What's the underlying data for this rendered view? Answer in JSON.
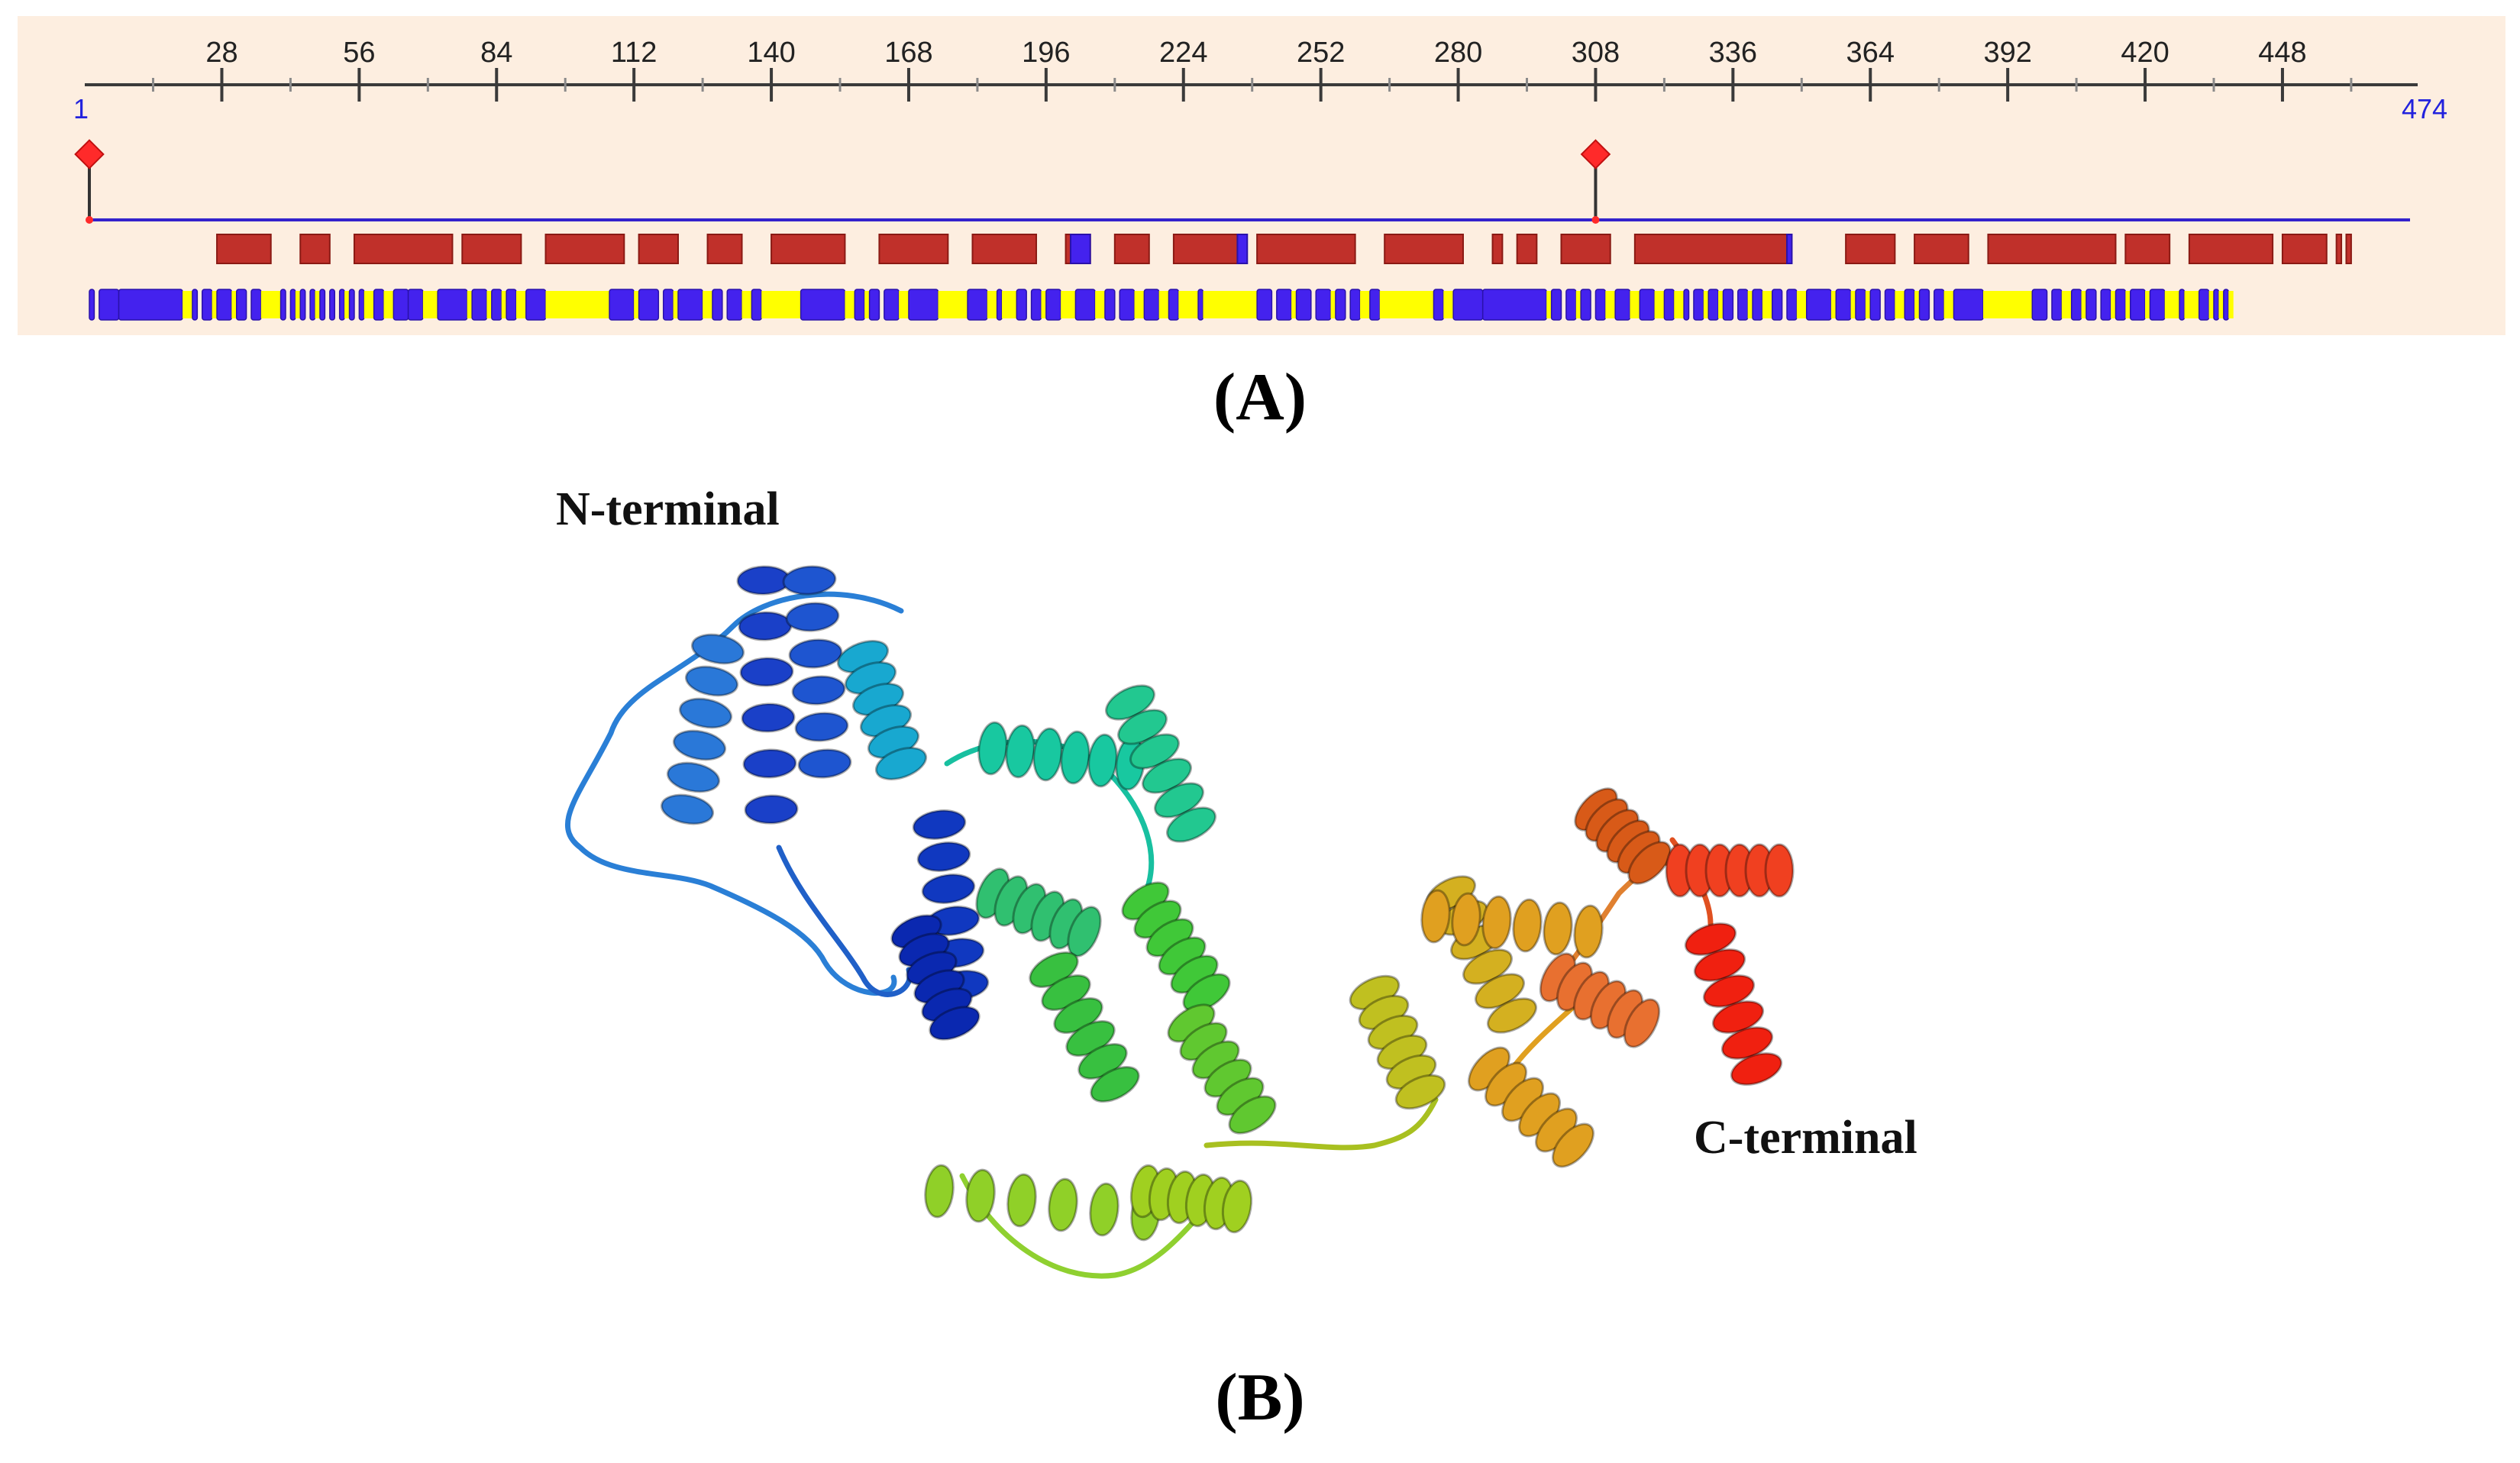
{
  "panel_a": {
    "background": "#fdeee0",
    "ruler": {
      "start": 1,
      "end": 474,
      "major_ticks": [
        28,
        56,
        84,
        112,
        140,
        168,
        196,
        224,
        252,
        280,
        308,
        336,
        364,
        392,
        420,
        448
      ],
      "minor_step": 14
    },
    "colors": {
      "ruler": "#3a3a3a",
      "endpoint_label": "#2222dd",
      "sequence_line": "#3322cc",
      "marker": "#ff2a2a",
      "helix": "#c0302a",
      "helix_stroke": "#8a1a14",
      "strand": "#4422ee",
      "coil": "#ffff00"
    },
    "markers": [
      1,
      308
    ],
    "helix_segments": [
      [
        27,
        38
      ],
      [
        44,
        50
      ],
      [
        55,
        75
      ],
      [
        77,
        89
      ],
      [
        94,
        110
      ],
      [
        113,
        121
      ],
      [
        127,
        134
      ],
      [
        140,
        155
      ],
      [
        162,
        176
      ],
      [
        181,
        194
      ],
      [
        200,
        205
      ],
      [
        210,
        217
      ],
      [
        222,
        235
      ],
      [
        239,
        259
      ],
      [
        265,
        281
      ],
      [
        287,
        289
      ],
      [
        292,
        296
      ],
      [
        301,
        311
      ],
      [
        316,
        347
      ],
      [
        359,
        369
      ],
      [
        373,
        384
      ],
      [
        388,
        414
      ],
      [
        416,
        425
      ],
      [
        429,
        446
      ],
      [
        448,
        457
      ],
      [
        459,
        460
      ],
      [
        461,
        462
      ]
    ],
    "strand_segments": [
      [
        201,
        205
      ],
      [
        235,
        237
      ],
      [
        347,
        348
      ]
    ],
    "secondary_track": [
      [
        "E",
        1,
        2
      ],
      [
        "E",
        3,
        7
      ],
      [
        "E",
        7,
        20
      ],
      [
        "C",
        20,
        22
      ],
      [
        "E",
        22,
        23
      ],
      [
        "E",
        24,
        26
      ],
      [
        "C",
        26,
        27
      ],
      [
        "E",
        27,
        30
      ],
      [
        "C",
        30,
        31
      ],
      [
        "E",
        31,
        33
      ],
      [
        "E",
        34,
        36
      ],
      [
        "C",
        36,
        40
      ],
      [
        "E",
        40,
        41
      ],
      [
        "E",
        42,
        43
      ],
      [
        "C",
        43,
        44
      ],
      [
        "E",
        44,
        45
      ],
      [
        "E",
        46,
        47
      ],
      [
        "C",
        47,
        48
      ],
      [
        "E",
        48,
        49
      ],
      [
        "E",
        50,
        51
      ],
      [
        "E",
        52,
        53
      ],
      [
        "C",
        53,
        54
      ],
      [
        "E",
        54,
        55
      ],
      [
        "E",
        56,
        57
      ],
      [
        "C",
        57,
        59
      ],
      [
        "E",
        59,
        61
      ],
      [
        "C",
        61,
        63
      ],
      [
        "E",
        63,
        66
      ],
      [
        "E",
        66,
        69
      ],
      [
        "C",
        69,
        72
      ],
      [
        "E",
        72,
        78
      ],
      [
        "C",
        78,
        79
      ],
      [
        "E",
        79,
        82
      ],
      [
        "C",
        82,
        83
      ],
      [
        "E",
        83,
        85
      ],
      [
        "C",
        85,
        86
      ],
      [
        "E",
        86,
        88
      ],
      [
        "C",
        88,
        90
      ],
      [
        "E",
        90,
        94
      ],
      [
        "C",
        94,
        107
      ],
      [
        "E",
        107,
        112
      ],
      [
        "C",
        112,
        113
      ],
      [
        "E",
        113,
        117
      ],
      [
        "E",
        118,
        120
      ],
      [
        "C",
        120,
        121
      ],
      [
        "E",
        121,
        126
      ],
      [
        "C",
        126,
        128
      ],
      [
        "E",
        128,
        130
      ],
      [
        "E",
        131,
        134
      ],
      [
        "C",
        134,
        136
      ],
      [
        "E",
        136,
        138
      ],
      [
        "C",
        138,
        146
      ],
      [
        "E",
        146,
        155
      ],
      [
        "C",
        155,
        157
      ],
      [
        "E",
        157,
        159
      ],
      [
        "C",
        159,
        160
      ],
      [
        "E",
        160,
        162
      ],
      [
        "E",
        163,
        166
      ],
      [
        "C",
        166,
        168
      ],
      [
        "E",
        168,
        174
      ],
      [
        "C",
        174,
        180
      ],
      [
        "E",
        180,
        184
      ],
      [
        "C",
        184,
        186
      ],
      [
        "E",
        186,
        187
      ],
      [
        "C",
        187,
        190
      ],
      [
        "E",
        190,
        192
      ],
      [
        "E",
        193,
        195
      ],
      [
        "C",
        195,
        196
      ],
      [
        "E",
        196,
        199
      ],
      [
        "C",
        199,
        202
      ],
      [
        "E",
        202,
        206
      ],
      [
        "C",
        206,
        208
      ],
      [
        "E",
        208,
        210
      ],
      [
        "E",
        211,
        214
      ],
      [
        "C",
        214,
        216
      ],
      [
        "E",
        216,
        219
      ],
      [
        "C",
        219,
        221
      ],
      [
        "E",
        221,
        223
      ],
      [
        "C",
        223,
        227
      ],
      [
        "E",
        227,
        228
      ],
      [
        "C",
        228,
        239
      ],
      [
        "E",
        239,
        242
      ],
      [
        "E",
        243,
        246
      ],
      [
        "C",
        246,
        247
      ],
      [
        "E",
        247,
        250
      ],
      [
        "E",
        251,
        254
      ],
      [
        "C",
        254,
        255
      ],
      [
        "E",
        255,
        257
      ],
      [
        "E",
        258,
        260
      ],
      [
        "C",
        260,
        262
      ],
      [
        "E",
        262,
        264
      ],
      [
        "C",
        264,
        275
      ],
      [
        "E",
        275,
        277
      ],
      [
        "C",
        277,
        279
      ],
      [
        "E",
        279,
        285
      ],
      [
        "E",
        285,
        298
      ],
      [
        "C",
        298,
        299
      ],
      [
        "E",
        299,
        301
      ],
      [
        "E",
        302,
        304
      ],
      [
        "C",
        304,
        305
      ],
      [
        "E",
        305,
        307
      ],
      [
        "E",
        308,
        310
      ],
      [
        "C",
        310,
        312
      ],
      [
        "E",
        312,
        315
      ],
      [
        "C",
        315,
        317
      ],
      [
        "E",
        317,
        320
      ],
      [
        "C",
        320,
        322
      ],
      [
        "E",
        322,
        324
      ],
      [
        "C",
        324,
        326
      ],
      [
        "E",
        326,
        327
      ],
      [
        "E",
        328,
        330
      ],
      [
        "C",
        330,
        331
      ],
      [
        "E",
        331,
        333
      ],
      [
        "C",
        333,
        334
      ],
      [
        "E",
        334,
        336
      ],
      [
        "E",
        337,
        339
      ],
      [
        "C",
        339,
        340
      ],
      [
        "E",
        340,
        342
      ],
      [
        "C",
        342,
        344
      ],
      [
        "E",
        344,
        346
      ],
      [
        "E",
        347,
        349
      ],
      [
        "C",
        349,
        351
      ],
      [
        "E",
        351,
        356
      ],
      [
        "C",
        356,
        357
      ],
      [
        "E",
        357,
        360
      ],
      [
        "C",
        360,
        361
      ],
      [
        "E",
        361,
        363
      ],
      [
        "C",
        363,
        364
      ],
      [
        "E",
        364,
        366
      ],
      [
        "E",
        367,
        369
      ],
      [
        "C",
        369,
        371
      ],
      [
        "E",
        371,
        373
      ],
      [
        "C",
        373,
        374
      ],
      [
        "E",
        374,
        376
      ],
      [
        "E",
        377,
        379
      ],
      [
        "C",
        379,
        381
      ],
      [
        "E",
        381,
        387
      ],
      [
        "C",
        387,
        397
      ],
      [
        "E",
        397,
        400
      ],
      [
        "E",
        401,
        403
      ],
      [
        "C",
        403,
        405
      ],
      [
        "E",
        405,
        407
      ],
      [
        "C",
        407,
        408
      ],
      [
        "E",
        408,
        410
      ],
      [
        "E",
        411,
        413
      ],
      [
        "C",
        413,
        414
      ],
      [
        "E",
        414,
        416
      ],
      [
        "C",
        416,
        417
      ],
      [
        "E",
        417,
        420
      ],
      [
        "C",
        420,
        421
      ],
      [
        "E",
        421,
        424
      ],
      [
        "C",
        424,
        427
      ],
      [
        "E",
        427,
        428
      ],
      [
        "C",
        428,
        431
      ],
      [
        "E",
        431,
        433
      ],
      [
        "C",
        433,
        434
      ],
      [
        "E",
        434,
        435
      ],
      [
        "C",
        435,
        436
      ],
      [
        "E",
        436,
        437
      ],
      [
        "C",
        437,
        438
      ]
    ]
  },
  "caption_a": "(A)",
  "panel_b": {
    "n_label": "N-terminal",
    "c_label": "C-terminal"
  },
  "caption_b": "(B)"
}
